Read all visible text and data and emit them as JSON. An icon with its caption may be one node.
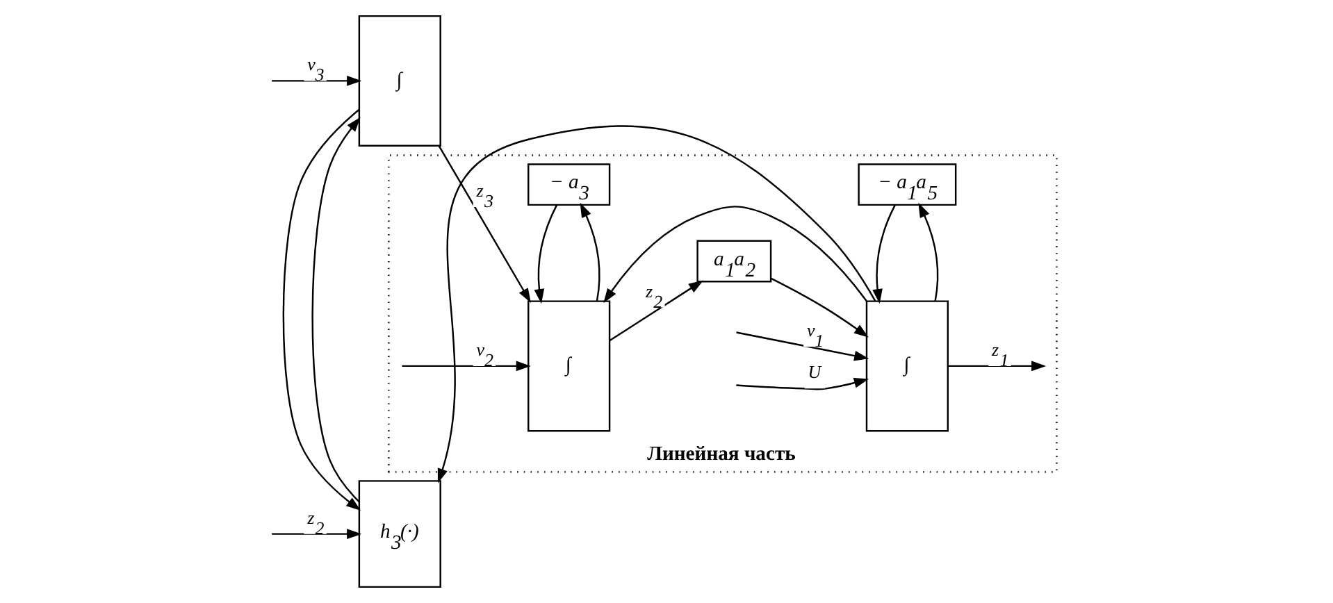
{
  "diagram": {
    "nodes": [
      {
        "text": [
          "∫"
        ]
      },
      {
        "text": [
          "h$_{3}$(·)"
        ]
      },
      {
        "text": [
          "Линейная часть"
        ]
      },
      {
        "text": [
          "∫"
        ],
        "in": 2
      },
      {
        "text": [
          "− a$_{3}$"
        ],
        "in": 2
      },
      {
        "text": [
          "a$_{1}$a$_{2}$"
        ],
        "in": 2
      },
      {
        "text": [
          "∫"
        ],
        "in": 2
      },
      {
        "text": [
          "− a$_{1}$a$_{5}$"
        ],
        "in": 2
      }
    ],
    "edges": [
      {
        "from": null,
        "to": 0,
        "arrow": "to",
        "label": "v$_{3}$"
      },
      {
        "from": 1,
        "to": 0,
        "arrow": "to"
      },
      {
        "from": 0,
        "to": 3,
        "arrow": "to",
        "label": "z$_{3}$"
      },
      {
        "from": 0,
        "to": 1,
        "arrow": "to"
      },
      {
        "from": null,
        "to": 3,
        "arrow": "to",
        "label": "v$_{2}$"
      },
      {
        "from": 3,
        "to": 5,
        "arrow": "to",
        "label": "z$_{2}$"
      },
      {
        "from": 3,
        "to": 4,
        "arrow": "to"
      },
      {
        "from": 4,
        "to": 3,
        "arrow": "to"
      },
      {
        "from": 6,
        "to": 3,
        "arrow": "to"
      },
      {
        "from": 6,
        "to": 1,
        "arrow": "to"
      },
      {
        "from": 5,
        "to": 6,
        "arrow": "to"
      },
      {
        "from": null,
        "to": 6,
        "arrow": "to",
        "label": "v$_{1}$"
      },
      {
        "from": null,
        "to": 6,
        "arrow": "to",
        "label": "U"
      },
      {
        "from": 6,
        "to": null,
        "arrow": "to",
        "label": "z$_{1}$"
      },
      {
        "from": 6,
        "to": 7,
        "arrow": "to"
      },
      {
        "from": 7,
        "to": 6,
        "arrow": "to"
      },
      {
        "from": null,
        "to": 1,
        "arrow": "to",
        "label": "z$_{2}$"
      }
    ]
  }
}
